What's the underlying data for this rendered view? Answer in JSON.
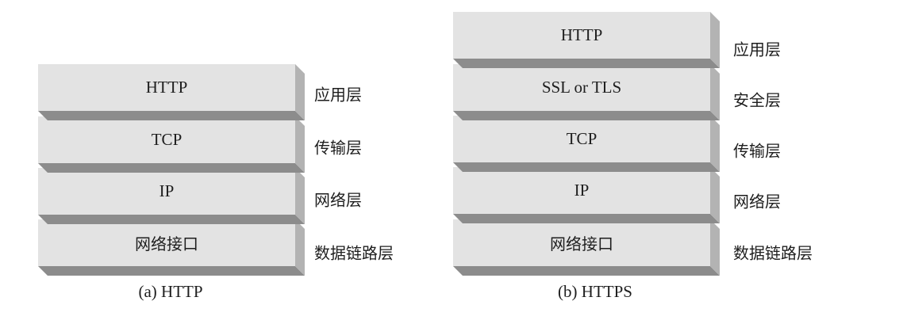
{
  "diagram": {
    "colors": {
      "face": "#e3e3e3",
      "side": "#b3b3b3",
      "bottom": "#8c8c8c",
      "text": "#1e1e1e"
    },
    "left_stack": {
      "caption": "(a) HTTP",
      "layers": [
        {
          "protocol": "HTTP",
          "layer_name": "应用层"
        },
        {
          "protocol": "TCP",
          "layer_name": "传输层"
        },
        {
          "protocol": "IP",
          "layer_name": "网络层"
        },
        {
          "protocol": "网络接口",
          "layer_name": "数据链路层"
        }
      ]
    },
    "right_stack": {
      "caption": "(b) HTTPS",
      "layers": [
        {
          "protocol": "HTTP",
          "layer_name": "应用层"
        },
        {
          "protocol": "SSL or TLS",
          "layer_name": "安全层"
        },
        {
          "protocol": "TCP",
          "layer_name": "传输层"
        },
        {
          "protocol": "IP",
          "layer_name": "网络层"
        },
        {
          "protocol": "网络接口",
          "layer_name": "数据链路层"
        }
      ]
    }
  }
}
